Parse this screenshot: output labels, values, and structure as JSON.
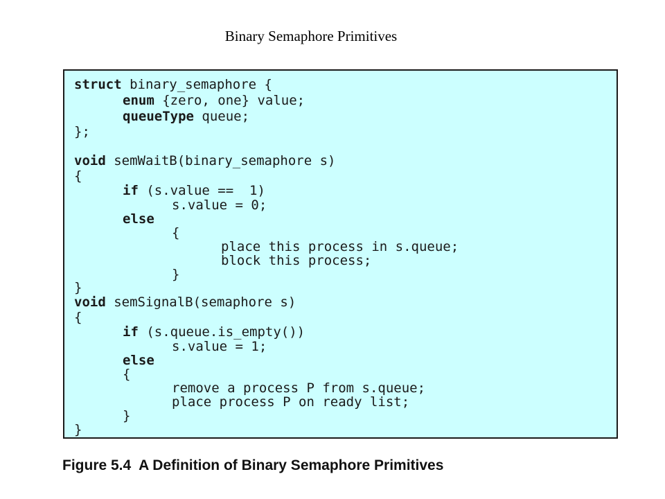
{
  "slide": {
    "title": "Binary Semaphore Primitives"
  },
  "code": {
    "lines": [
      {
        "kw": "struct",
        "rest": " binary_semaphore {"
      },
      {
        "kw": "enum",
        "rest": " {zero, one} value;"
      },
      {
        "kw": "queueType",
        "rest": " queue;"
      },
      {
        "kw": "",
        "rest": "};"
      },
      {
        "kw": "void",
        "rest": " semWaitB(binary_semaphore s)"
      },
      {
        "kw": "",
        "rest": "{"
      },
      {
        "kw": "if",
        "rest": " (s.value ==  1)"
      },
      {
        "kw": "",
        "rest": "s.value = 0;"
      },
      {
        "kw": "else",
        "rest": ""
      },
      {
        "kw": "",
        "rest": "{"
      },
      {
        "kw": "",
        "rest": "place this process in s.queue;"
      },
      {
        "kw": "",
        "rest": "block this process;"
      },
      {
        "kw": "",
        "rest": "}"
      },
      {
        "kw": "",
        "rest": "}"
      },
      {
        "kw": "void",
        "rest": " semSignalB(semaphore s)"
      },
      {
        "kw": "",
        "rest": "{"
      },
      {
        "kw": "if",
        "rest": " (s.queue.is_empty())"
      },
      {
        "kw": "",
        "rest": "s.value = 1;"
      },
      {
        "kw": "else",
        "rest": ""
      },
      {
        "kw": "",
        "rest": "{"
      },
      {
        "kw": "",
        "rest": "remove a process P from s.queue;"
      },
      {
        "kw": "",
        "rest": "place process P on ready list;"
      },
      {
        "kw": "",
        "rest": "}"
      },
      {
        "kw": "",
        "rest": "}"
      }
    ]
  },
  "figure": {
    "caption": "Figure 5.4  A Definition of Binary Semaphore Primitives"
  },
  "colors": {
    "code_background": "#ccffff",
    "border": "#1a1a1a",
    "text": "#1a1a1a"
  }
}
